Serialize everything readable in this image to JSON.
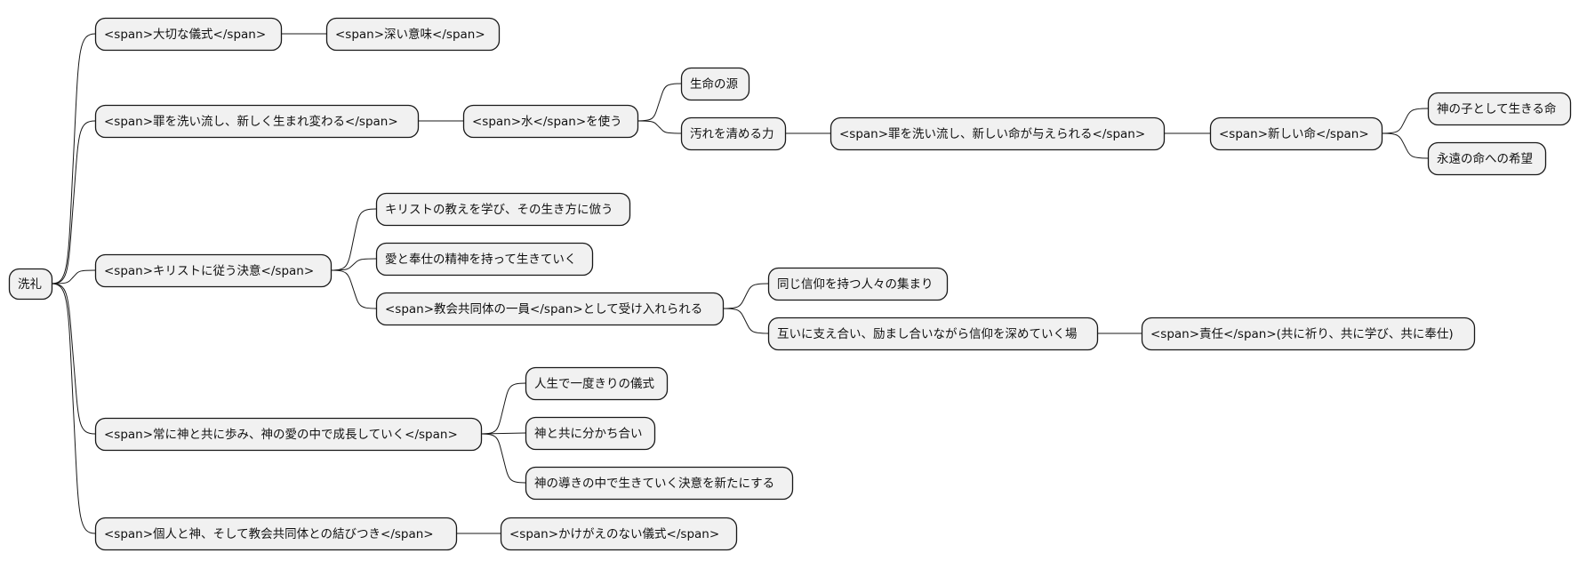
{
  "diagram": {
    "type": "mindmap",
    "colors": {
      "node_fill": "#f1f1f1",
      "node_stroke": "#181818",
      "edge": "#181818",
      "text": "#111111",
      "background": "#ffffff"
    },
    "nodes": [
      {
        "id": "root",
        "label": "洗礼"
      },
      {
        "id": "n1",
        "label": "<span>大切な儀式</span>"
      },
      {
        "id": "n1a",
        "label": "<span>深い意味</span>"
      },
      {
        "id": "n2",
        "label": "<span>罪を洗い流し、新しく生まれ変わる</span>"
      },
      {
        "id": "n2a",
        "label": "<span>水</span>を使う"
      },
      {
        "id": "n2a1",
        "label": "生命の源"
      },
      {
        "id": "n2a2",
        "label": "汚れを清める力"
      },
      {
        "id": "n2a2a",
        "label": "<span>罪を洗い流し、新しい命が与えられる</span>"
      },
      {
        "id": "n2a2a1",
        "label": "<span>新しい命</span>"
      },
      {
        "id": "n2a2a1a",
        "label": "神の子として生きる命"
      },
      {
        "id": "n2a2a1b",
        "label": "永遠の命への希望"
      },
      {
        "id": "n3",
        "label": "<span>キリストに従う決意</span>"
      },
      {
        "id": "n3a",
        "label": "キリストの教えを学び、その生き方に倣う"
      },
      {
        "id": "n3b",
        "label": "愛と奉仕の精神を持って生きていく"
      },
      {
        "id": "n3c",
        "label": "<span>教会共同体の一員</span>として受け入れられる"
      },
      {
        "id": "n3c1",
        "label": "同じ信仰を持つ人々の集まり"
      },
      {
        "id": "n3c2",
        "label": "互いに支え合い、励まし合いながら信仰を深めていく場"
      },
      {
        "id": "n3c2a",
        "label": "<span>責任</span>(共に祈り、共に学び、共に奉仕)"
      },
      {
        "id": "n4",
        "label": "<span>常に神と共に歩み、神の愛の中で成長していく</span>"
      },
      {
        "id": "n4a",
        "label": "人生で一度きりの儀式"
      },
      {
        "id": "n4b",
        "label": "神と共に分かち合い"
      },
      {
        "id": "n4c",
        "label": "神の導きの中で生きていく決意を新たにする"
      },
      {
        "id": "n5",
        "label": "<span>個人と神、そして教会共同体との結びつき</span>"
      },
      {
        "id": "n5a",
        "label": "<span>かけがえのない儀式</span>"
      }
    ],
    "edges": [
      [
        "root",
        "n1"
      ],
      [
        "n1",
        "n1a"
      ],
      [
        "root",
        "n2"
      ],
      [
        "n2",
        "n2a"
      ],
      [
        "n2a",
        "n2a1"
      ],
      [
        "n2a",
        "n2a2"
      ],
      [
        "n2a2",
        "n2a2a"
      ],
      [
        "n2a2a",
        "n2a2a1"
      ],
      [
        "n2a2a1",
        "n2a2a1a"
      ],
      [
        "n2a2a1",
        "n2a2a1b"
      ],
      [
        "root",
        "n3"
      ],
      [
        "n3",
        "n3a"
      ],
      [
        "n3",
        "n3b"
      ],
      [
        "n3",
        "n3c"
      ],
      [
        "n3c",
        "n3c1"
      ],
      [
        "n3c",
        "n3c2"
      ],
      [
        "n3c2",
        "n3c2a"
      ],
      [
        "root",
        "n4"
      ],
      [
        "n4",
        "n4a"
      ],
      [
        "n4",
        "n4b"
      ],
      [
        "n4",
        "n4c"
      ],
      [
        "root",
        "n5"
      ],
      [
        "n5",
        "n5a"
      ]
    ]
  }
}
